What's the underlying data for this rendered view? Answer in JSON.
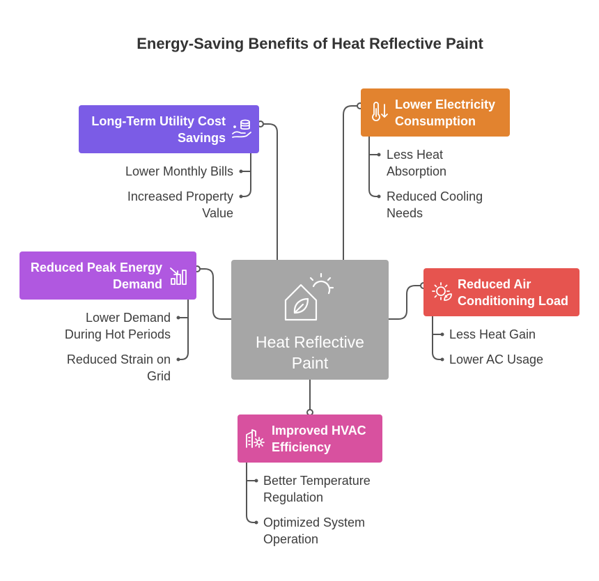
{
  "title": "Energy-Saving Benefits of Heat Reflective Paint",
  "center": {
    "label_line1": "Heat Reflective",
    "label_line2": "Paint",
    "icon": "house-sun-leaf-icon"
  },
  "branches": {
    "utility": {
      "title_line1": "Long-Term Utility Cost",
      "title_line2": "Savings",
      "color": "#7b5ce6",
      "icon": "coins-hand-icon",
      "items": [
        {
          "line1": "Lower Monthly Bills",
          "line2": ""
        },
        {
          "line1": "Increased Property",
          "line2": "Value"
        }
      ]
    },
    "electricity": {
      "title_line1": "Lower Electricity",
      "title_line2": "Consumption",
      "color": "#e2832f",
      "icon": "thermometer-down-icon",
      "items": [
        {
          "line1": "Less Heat",
          "line2": "Absorption"
        },
        {
          "line1": "Reduced Cooling",
          "line2": "Needs"
        }
      ]
    },
    "peak": {
      "title_line1": "Reduced Peak Energy",
      "title_line2": "Demand",
      "color": "#b058e0",
      "icon": "bar-chart-down-icon",
      "items": [
        {
          "line1": "Lower Demand",
          "line2": "During Hot Periods"
        },
        {
          "line1": "Reduced Strain on",
          "line2": "Grid"
        }
      ]
    },
    "aircon": {
      "title_line1": "Reduced Air",
      "title_line2": "Conditioning Load",
      "color": "#e6544f",
      "icon": "sun-leaf-icon",
      "items": [
        {
          "line1": "Less Heat Gain",
          "line2": ""
        },
        {
          "line1": "Lower AC Usage",
          "line2": ""
        }
      ]
    },
    "hvac": {
      "title_line1": "Improved HVAC",
      "title_line2": "Efficiency",
      "color": "#d8519f",
      "icon": "building-gear-icon",
      "items": [
        {
          "line1": "Better Temperature",
          "line2": "Regulation"
        },
        {
          "line1": "Optimized System",
          "line2": "Operation"
        }
      ]
    }
  }
}
